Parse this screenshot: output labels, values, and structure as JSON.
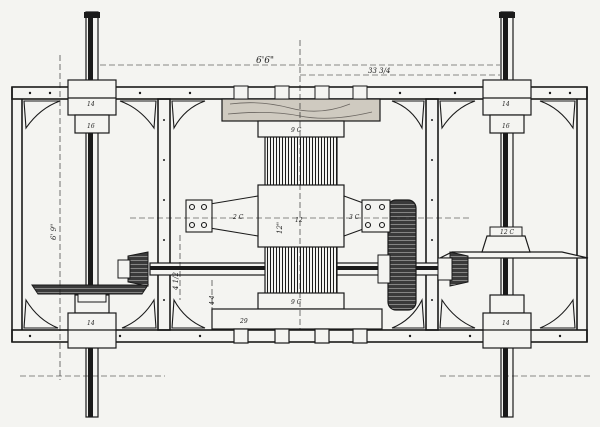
{
  "dimensions": {
    "overall_width": "6'6\"",
    "half_width": "33 3/4",
    "vertical_left": "6' 9\"",
    "shaft_offset": "4 1/2",
    "column_height": "12\"",
    "small_arm": "4 4",
    "foot_label": "29"
  },
  "part_labels": {
    "left_top_bearing": "14",
    "left_top_bearing_b": "16",
    "right_top_bearing": "14",
    "right_top_bearing_b": "16",
    "left_bottom_bearing": "14",
    "right_bottom_bearing": "14",
    "center_cap": "9 C",
    "center_base": "9 C",
    "hub": "12",
    "arm_left": "2 C",
    "arm_right": "3 C",
    "right_bevel_hub": "12 C"
  },
  "colors": {
    "ink": "#1a1a1a",
    "paper": "#f4f4f1",
    "wood": "#cfcac0"
  }
}
